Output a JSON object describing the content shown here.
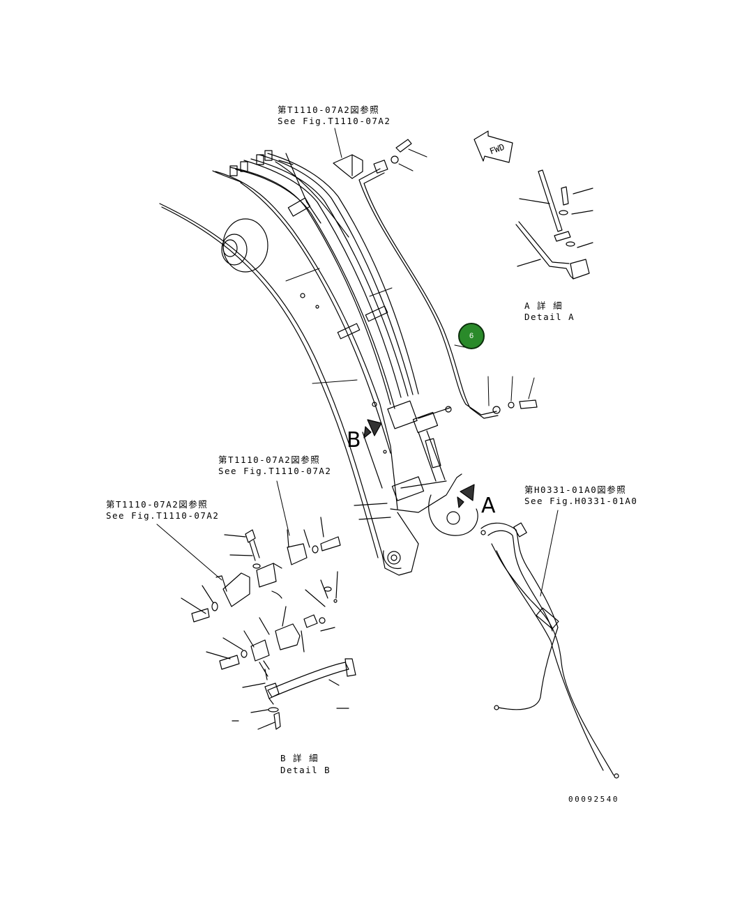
{
  "labels": {
    "ref_top_jp": "第T1110-07A2図参照",
    "ref_top_en": "See Fig.T1110-07A2",
    "ref_mid_jp": "第T1110-07A2図参照",
    "ref_mid_en": "See Fig.T1110-07A2",
    "ref_left_jp": "第T1110-07A2図参照",
    "ref_left_en": "See Fig.T1110-07A2",
    "ref_right_jp": "第H0331-01A0図参照",
    "ref_right_en": "See Fig.H0331-01A0",
    "detail_a_jp": "A 詳 細",
    "detail_a_en": "Detail A",
    "detail_b_jp": "B 詳 細",
    "detail_b_en": "Detail B",
    "view_b": "B",
    "view_a": "A",
    "fwd": "FWD",
    "callout": "6",
    "drawing_no": "00092540"
  },
  "colors": {
    "callout_fill": "#2a8a2a",
    "line": "#000000"
  }
}
